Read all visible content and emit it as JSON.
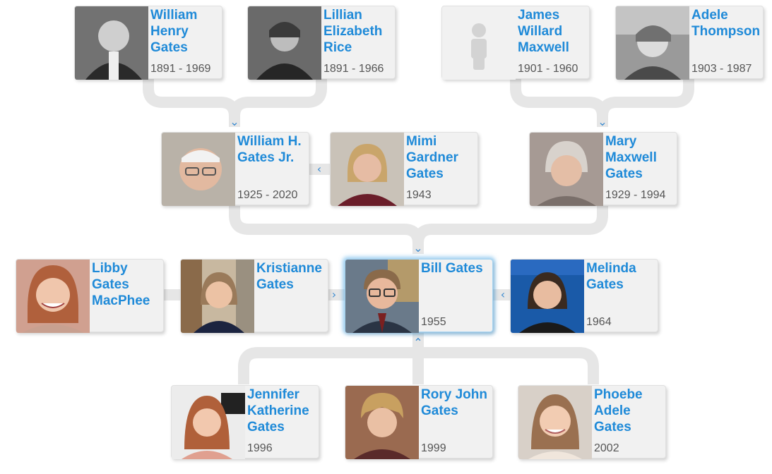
{
  "people": {
    "william_henry": {
      "name": "William Henry Gates",
      "years": "1891 - 1969"
    },
    "lillian": {
      "name": "Lillian Elizabeth Rice",
      "years": "1891 - 1966"
    },
    "james": {
      "name": "James Willard Maxwell",
      "years": "1901 - 1960"
    },
    "adele": {
      "name": "Adele Thompson",
      "years": "1903 - 1987"
    },
    "william_jr": {
      "name": "William H. Gates Jr.",
      "years": "1925 - 2020"
    },
    "mimi": {
      "name": "Mimi Gardner Gates",
      "years": "1943"
    },
    "mary": {
      "name": "Mary Maxwell Gates",
      "years": "1929 - 1994"
    },
    "libby": {
      "name": "Libby Gates MacPhee",
      "years": ""
    },
    "kristianne": {
      "name": "Kristianne Gates",
      "years": ""
    },
    "bill": {
      "name": "Bill Gates",
      "years": "1955"
    },
    "melinda": {
      "name": "Melinda Gates",
      "years": "1964"
    },
    "jennifer": {
      "name": "Jennifer Katherine Gates",
      "years": "1996"
    },
    "rory": {
      "name": "Rory John Gates",
      "years": "1999"
    },
    "phoebe": {
      "name": "Phoebe Adele Gates",
      "years": "2002"
    }
  },
  "icons": {
    "expand_down": "chevron-down-icon",
    "expand_up": "chevron-up-icon",
    "expand_left": "chevron-left-icon",
    "expand_right": "chevron-right-icon",
    "placeholder": "person-silhouette-icon"
  },
  "colors": {
    "name_link": "#1f8ad8",
    "card_bg": "#f1f1f1",
    "connector": "#e6e6e6",
    "focus_glow": "#50aae6"
  }
}
